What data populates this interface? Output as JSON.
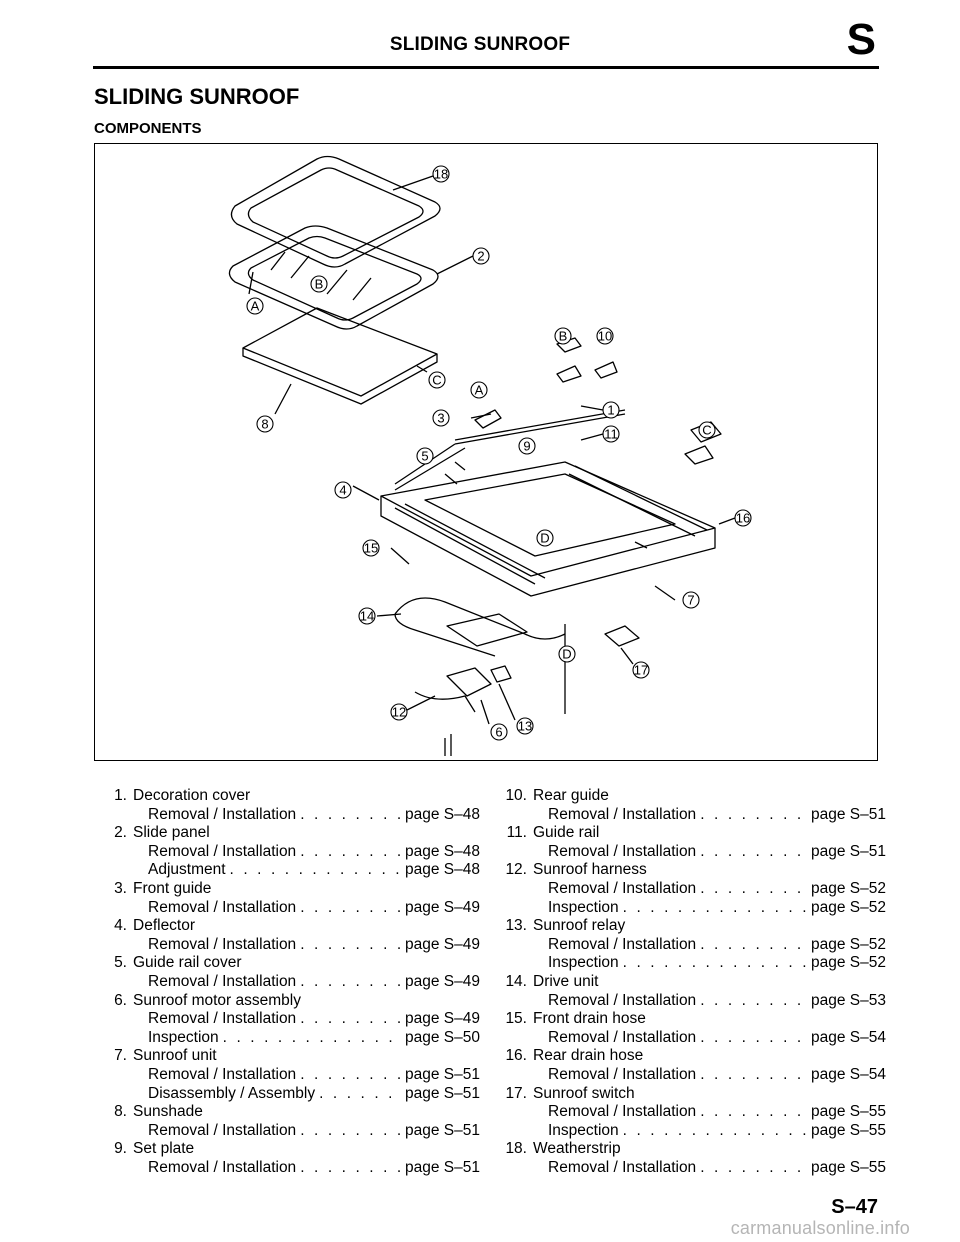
{
  "header": {
    "title": "SLIDING SUNROOF",
    "section_letter": "S"
  },
  "page_title": "SLIDING SUNROOF",
  "section_title": "COMPONENTS",
  "figure": {
    "callouts": [
      "18",
      "2",
      "B",
      "A",
      "C",
      "8",
      "B",
      "10",
      "A",
      "1",
      "3",
      "11",
      "9",
      "5",
      "C",
      "4",
      "16",
      "D",
      "15",
      "7",
      "14",
      "D",
      "17",
      "12",
      "6",
      "13"
    ]
  },
  "left_items": [
    {
      "num": "1.",
      "name": "Decoration cover",
      "subs": [
        {
          "label": "Removal / Installation",
          "page": "page S–48"
        }
      ]
    },
    {
      "num": "2.",
      "name": "Slide panel",
      "subs": [
        {
          "label": "Removal / Installation",
          "page": "page S–48"
        },
        {
          "label": "Adjustment",
          "page": "page S–48"
        }
      ]
    },
    {
      "num": "3.",
      "name": "Front guide",
      "subs": [
        {
          "label": "Removal / Installation",
          "page": "page S–49"
        }
      ]
    },
    {
      "num": "4.",
      "name": "Deflector",
      "subs": [
        {
          "label": "Removal / Installation",
          "page": "page S–49"
        }
      ]
    },
    {
      "num": "5.",
      "name": "Guide rail cover",
      "subs": [
        {
          "label": "Removal / Installation",
          "page": "page S–49"
        }
      ]
    },
    {
      "num": "6.",
      "name": "Sunroof motor assembly",
      "subs": [
        {
          "label": "Removal / Installation",
          "page": "page S–49"
        },
        {
          "label": "Inspection",
          "page": "page S–50"
        }
      ]
    },
    {
      "num": "7.",
      "name": "Sunroof unit",
      "subs": [
        {
          "label": "Removal / Installation",
          "page": "page S–51"
        },
        {
          "label": "Disassembly / Assembly",
          "page": "page S–51"
        }
      ]
    },
    {
      "num": "8.",
      "name": "Sunshade",
      "subs": [
        {
          "label": "Removal / Installation",
          "page": "page S–51"
        }
      ]
    },
    {
      "num": "9.",
      "name": "Set plate",
      "subs": [
        {
          "label": "Removal / Installation",
          "page": "page S–51"
        }
      ]
    }
  ],
  "right_items": [
    {
      "num": "10.",
      "name": "Rear guide",
      "subs": [
        {
          "label": "Removal / Installation",
          "page": "page S–51"
        }
      ]
    },
    {
      "num": "11.",
      "name": "Guide rail",
      "subs": [
        {
          "label": "Removal / Installation",
          "page": "page S–51"
        }
      ]
    },
    {
      "num": "12.",
      "name": "Sunroof harness",
      "subs": [
        {
          "label": "Removal / Installation",
          "page": "page S–52"
        },
        {
          "label": "Inspection",
          "page": "page S–52"
        }
      ]
    },
    {
      "num": "13.",
      "name": "Sunroof relay",
      "subs": [
        {
          "label": "Removal / Installation",
          "page": "page S–52"
        },
        {
          "label": "Inspection",
          "page": "page S–52"
        }
      ]
    },
    {
      "num": "14.",
      "name": "Drive unit",
      "subs": [
        {
          "label": "Removal / Installation",
          "page": "page S–53"
        }
      ]
    },
    {
      "num": "15.",
      "name": "Front drain hose",
      "subs": [
        {
          "label": "Removal / Installation",
          "page": "page S–54"
        }
      ]
    },
    {
      "num": "16.",
      "name": "Rear drain hose",
      "subs": [
        {
          "label": "Removal / Installation",
          "page": "page S–54"
        }
      ]
    },
    {
      "num": "17.",
      "name": "Sunroof switch",
      "subs": [
        {
          "label": "Removal / Installation",
          "page": "page S–55"
        },
        {
          "label": "Inspection",
          "page": "page S–55"
        }
      ]
    },
    {
      "num": "18.",
      "name": "Weatherstrip",
      "subs": [
        {
          "label": "Removal / Installation",
          "page": "page S–55"
        }
      ]
    }
  ],
  "footer": {
    "page_number": "S–47",
    "watermark": "carmanualsonline.info"
  }
}
